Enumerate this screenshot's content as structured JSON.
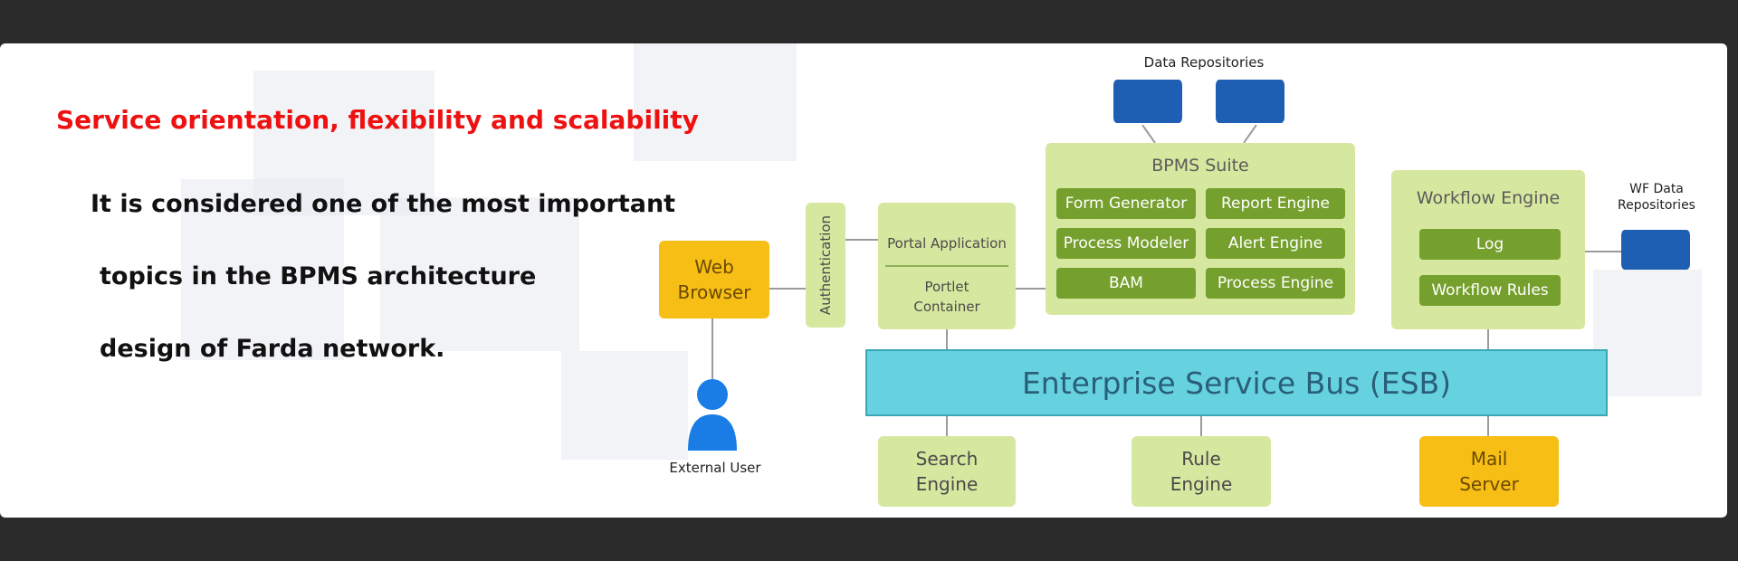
{
  "slide": {
    "heading": "Service orientation, flexibility and scalability",
    "lines": [
      "It is considered one of the most important",
      "topics in the BPMS architecture",
      "design of Farda network."
    ]
  },
  "diagram": {
    "data_repositories": "Data Repositories",
    "bpms_suite": "BPMS Suite",
    "suite_items": [
      "Form Generator",
      "Report Engine",
      "Process Modeler",
      "Alert Engine",
      "BAM",
      "Process Engine"
    ],
    "workflow_engine": "Workflow Engine",
    "workflow_items": [
      "Log",
      "Workflow Rules"
    ],
    "wf_data_repositories_line1": "WF Data",
    "wf_data_repositories_line2": "Repositories",
    "web_browser_line1": "Web",
    "web_browser_line2": "Browser",
    "authentication": "Authentication",
    "portal_application": "Portal Application",
    "portlet_container_line1": "Portlet",
    "portlet_container_line2": "Container",
    "esb": "Enterprise Service Bus (ESB)",
    "search_engine_line1": "Search",
    "search_engine_line2": "Engine",
    "rule_engine_line1": "Rule",
    "rule_engine_line2": "Engine",
    "mail_server_line1": "Mail",
    "mail_server_line2": "Server",
    "external_user": "External User"
  },
  "colors": {
    "heading": "#ee1111",
    "light_box": "#d6e8a0",
    "dark_box": "#76a02e",
    "orange_box": "#f7be16",
    "esb": "#66d2e0",
    "database": "#1e5fb4",
    "user_icon": "#1a7de6"
  }
}
